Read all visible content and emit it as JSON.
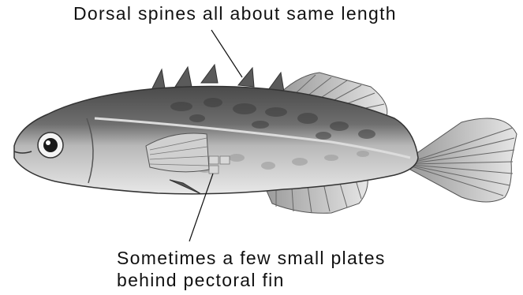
{
  "figure": {
    "subject_icon": "stickleback-fish-illustration",
    "annotations": {
      "dorsal": "Dorsal spines all about same length",
      "plates_line1": "Sometimes a few small plates",
      "plates_line2": "behind pectoral fin"
    }
  }
}
